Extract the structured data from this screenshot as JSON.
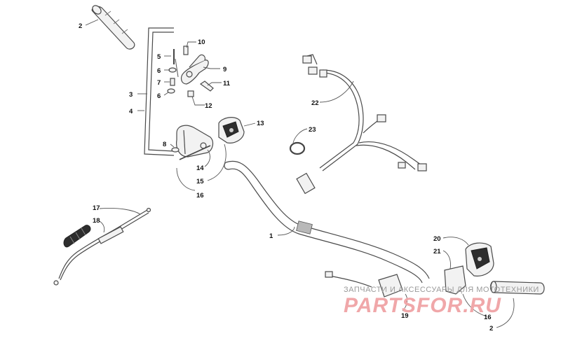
{
  "callouts": [
    {
      "id": "c1",
      "label": "1"
    },
    {
      "id": "c2a",
      "label": "2"
    },
    {
      "id": "c2b",
      "label": "2"
    },
    {
      "id": "c3",
      "label": "3"
    },
    {
      "id": "c4",
      "label": "4"
    },
    {
      "id": "c5",
      "label": "5"
    },
    {
      "id": "c6a",
      "label": "6"
    },
    {
      "id": "c6b",
      "label": "6"
    },
    {
      "id": "c7",
      "label": "7"
    },
    {
      "id": "c8",
      "label": "8"
    },
    {
      "id": "c9",
      "label": "9"
    },
    {
      "id": "c10",
      "label": "10"
    },
    {
      "id": "c11",
      "label": "11"
    },
    {
      "id": "c12",
      "label": "12"
    },
    {
      "id": "c13",
      "label": "13"
    },
    {
      "id": "c14",
      "label": "14"
    },
    {
      "id": "c15",
      "label": "15"
    },
    {
      "id": "c16a",
      "label": "16"
    },
    {
      "id": "c16b",
      "label": "16"
    },
    {
      "id": "c17",
      "label": "17"
    },
    {
      "id": "c18",
      "label": "18"
    },
    {
      "id": "c19",
      "label": "19"
    },
    {
      "id": "c20",
      "label": "20"
    },
    {
      "id": "c21",
      "label": "21"
    },
    {
      "id": "c22",
      "label": "22"
    },
    {
      "id": "c23",
      "label": "23"
    }
  ],
  "watermark": {
    "top_text": "ЗАПЧАСТИ И АКСЕССУАРЫ ДЛЯ МОТОТЕХНИКИ",
    "brand_text": "PARTSFOR.RU",
    "brand_color": "#f0a7a9"
  }
}
